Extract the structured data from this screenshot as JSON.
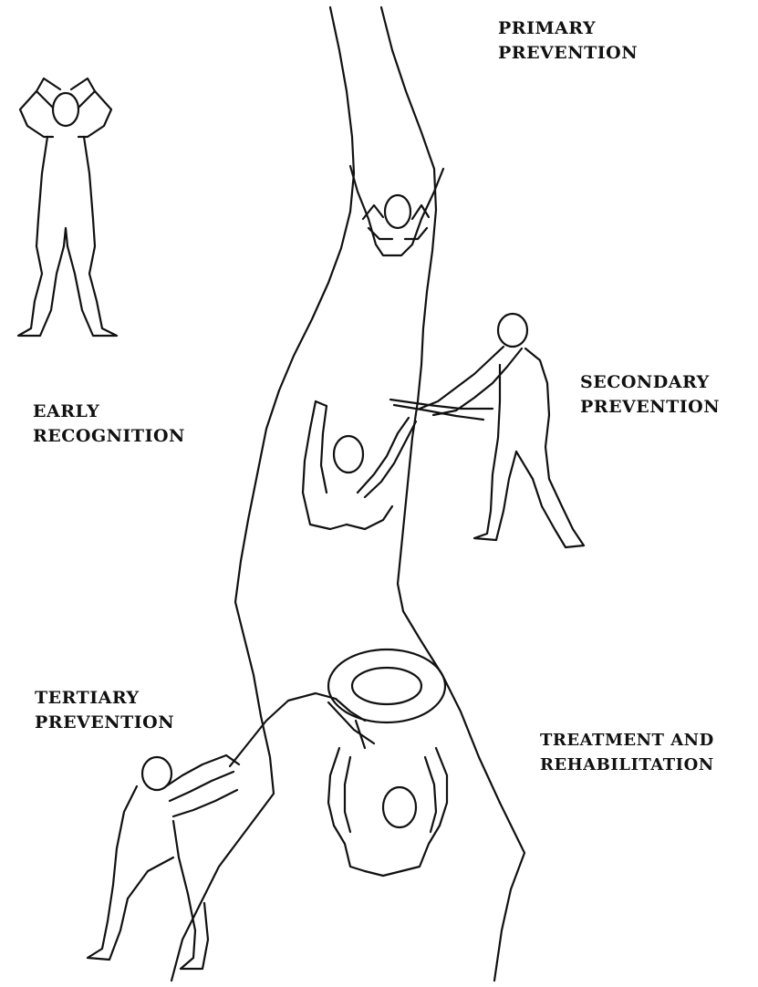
{
  "labels": {
    "primary": [
      "PRIMARY",
      "PREVENTION"
    ],
    "early": [
      "EARLY",
      "RECOGNITION"
    ],
    "secondary": [
      "SECONDARY",
      "PREVENTION"
    ],
    "tertiary": [
      "TERTIARY",
      "PREVENTION"
    ],
    "treatment": [
      "TREATMENT AND",
      "REHABILITATION"
    ]
  },
  "colors": {
    "ink": "#111111",
    "background": "#ffffff"
  }
}
